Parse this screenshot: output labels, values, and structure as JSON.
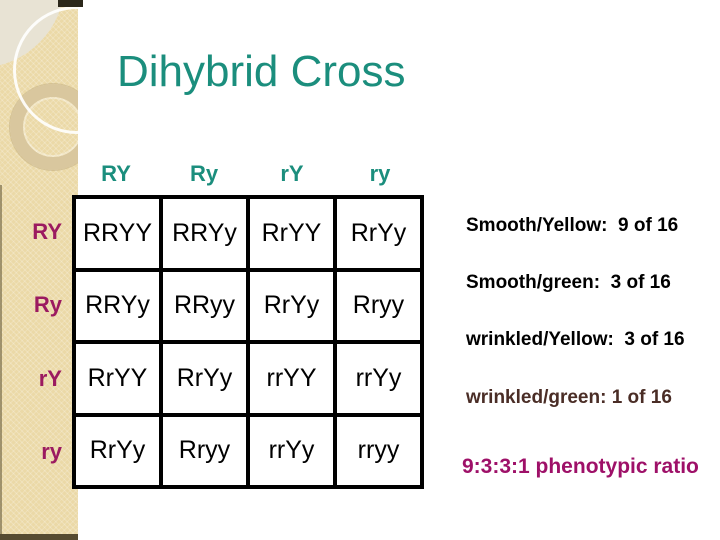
{
  "slide": {
    "title": "Dihybrid Cross"
  },
  "punnett": {
    "col_headers": [
      "RY",
      "Ry",
      "rY",
      "ry"
    ],
    "row_headers": [
      "RY",
      "Ry",
      "rY",
      "ry"
    ],
    "cells": [
      [
        "RRYY",
        "RRYy",
        "RrYY",
        "RrYy"
      ],
      [
        "RRYy",
        "RRyy",
        "RrYy",
        "Rryy"
      ],
      [
        "RrYY",
        "RrYy",
        "rrYY",
        "rrYy"
      ],
      [
        "RrYy",
        "Rryy",
        "rrYy",
        "rryy"
      ]
    ]
  },
  "annotations": [
    {
      "text": "Smooth/Yellow:  9 of 16",
      "color": "#000000"
    },
    {
      "text": "Smooth/green:  3 of 16",
      "color": "#000000"
    },
    {
      "text": "wrinkled/Yellow:  3 of 16",
      "color": "#000000"
    },
    {
      "text": "wrinkled/green: 1 of 16",
      "color": "#4a2d26"
    },
    {
      "text": "9:3:3:1 phenotypic ratio",
      "color": "#9e1068"
    }
  ],
  "colors": {
    "title_teal": "#1b8e7d",
    "row_header_magenta": "#9b1a60",
    "ratio_magenta": "#9e1068",
    "annotation_brown": "#4a2d26",
    "band_beige": "#ebd9a7",
    "table_border": "#000000"
  }
}
